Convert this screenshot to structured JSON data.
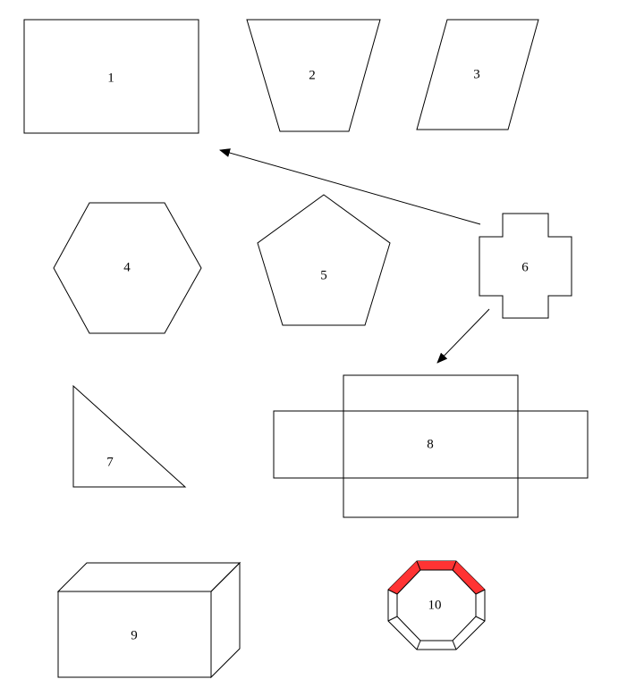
{
  "colors": {
    "blue_fill": "#99ccff",
    "blue_light": "#b0d9ff",
    "blue_dark": "#7aa9dc",
    "red_fill": "#ff0000",
    "red_light": "#ff3333",
    "red_dark": "#b30000",
    "outline": "#000000",
    "background": "#ffffff"
  },
  "shapes": [
    {
      "id": "1",
      "kind": "rectangle",
      "label": "1"
    },
    {
      "id": "2",
      "kind": "trapezoid",
      "label": "2"
    },
    {
      "id": "3",
      "kind": "parallelogram",
      "label": "3"
    },
    {
      "id": "4",
      "kind": "hexagon",
      "label": "4"
    },
    {
      "id": "5",
      "kind": "pentagon",
      "label": "5"
    },
    {
      "id": "6",
      "kind": "cross",
      "label": "6"
    },
    {
      "id": "7",
      "kind": "right-triangle",
      "label": "7"
    },
    {
      "id": "8",
      "kind": "box-net",
      "label": "8"
    },
    {
      "id": "9",
      "kind": "cuboid",
      "label": "9"
    },
    {
      "id": "10",
      "kind": "octagon-bevel",
      "label": "10"
    }
  ],
  "connectors": [
    {
      "from": "6",
      "to": "1"
    },
    {
      "from": "6",
      "to": "8"
    }
  ]
}
